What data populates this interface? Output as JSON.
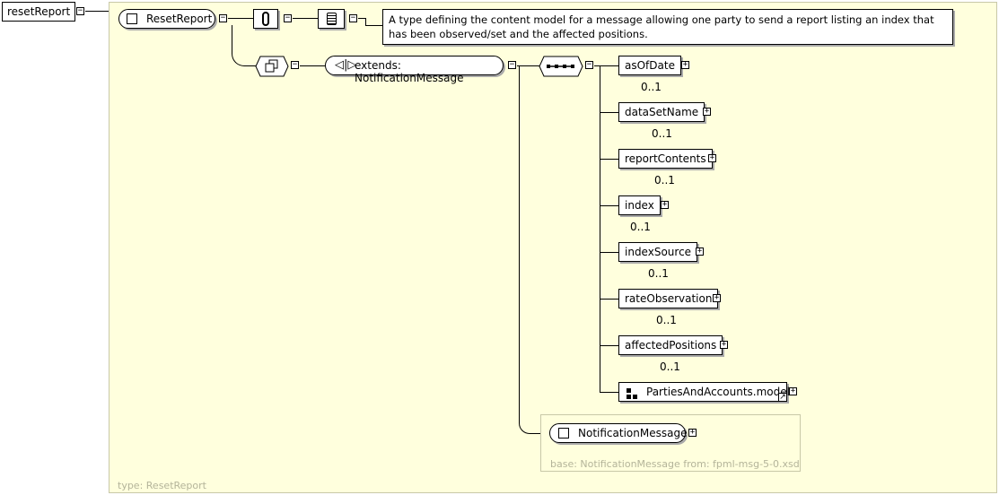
{
  "root_element": {
    "label": "resetReport"
  },
  "complex_type": {
    "label": "ResetReport"
  },
  "annotation": {
    "text": "A type defining the content model for a message allowing one party to send a report listing an index that has been observed/set and the affected positions."
  },
  "extension": {
    "label": "extends: NotificationMessage"
  },
  "sequence_elements": [
    {
      "label": "asOfDate",
      "cardinality": "0..1"
    },
    {
      "label": "dataSetName",
      "cardinality": "0..1"
    },
    {
      "label": "reportContents",
      "cardinality": "0..1"
    },
    {
      "label": "index",
      "cardinality": "0..1"
    },
    {
      "label": "indexSource",
      "cardinality": "0..1"
    },
    {
      "label": "rateObservation",
      "cardinality": "0..1"
    },
    {
      "label": "affectedPositions",
      "cardinality": "0..1"
    }
  ],
  "group_ref": {
    "label": "PartiesAndAccounts.model"
  },
  "base_type": {
    "label": "NotificationMessage",
    "base_note": "base: NotificationMessage from: fpml-msg-5-0.xsd"
  },
  "type_note": "type: ResetReport"
}
